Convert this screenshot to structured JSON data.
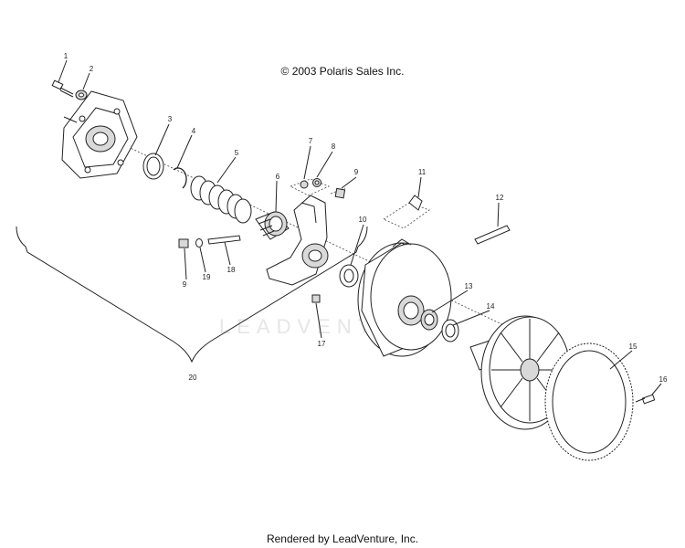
{
  "copyright": "© 2003 Polaris Sales Inc.",
  "footer": "Rendered by LeadVenture, Inc.",
  "watermark": "LEADVENTURE",
  "callouts": [
    "1",
    "2",
    "3",
    "4",
    "5",
    "6",
    "7",
    "8",
    "9",
    "9",
    "10",
    "11",
    "12",
    "13",
    "14",
    "15",
    "16",
    "17",
    "18",
    "19",
    "20"
  ]
}
